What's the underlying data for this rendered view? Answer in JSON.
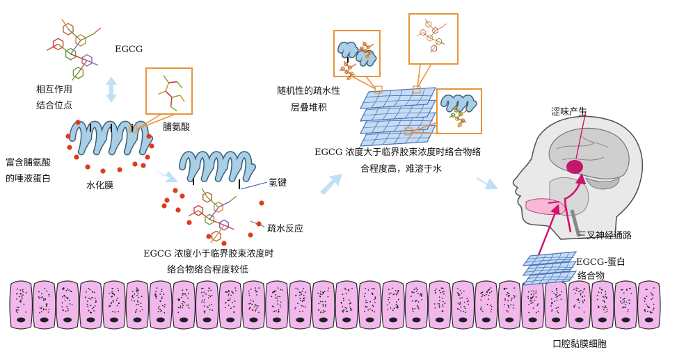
{
  "labels": {
    "egcg": "EGCG",
    "interaction_site_1": "相互作用",
    "interaction_site_2": "结合位点",
    "proline": "脯氨酸",
    "prp_1": "富含脯氨酸",
    "prp_2": "的唾液蛋白",
    "hydration": "水化膜",
    "hbond": "氢键",
    "hydrophobic": "疏水反应",
    "low_1": "EGCG 浓度小于临界胶束浓度时",
    "low_2": "络合物络合程度较低",
    "random_1": "随机性的疏水性",
    "random_2": "层叠堆积",
    "high_1": "EGCG 浓度大于临界胶束浓度时络合物络",
    "high_2": "合程度高，难溶于水",
    "astringency": "涩味产生",
    "trigeminal": "三叉神经通路",
    "complex_1": "EGCG-蛋白",
    "complex_2": "络合物",
    "mucosa": "口腔黏膜细胞"
  },
  "colors": {
    "helix": "#a9cfe6",
    "helix_stroke": "#3a5f78",
    "water_dot": "#e03a1e",
    "callout": "#e8943c",
    "sheet": "#c6dcf4",
    "sheet_stroke": "#4a74b8",
    "cell_fill": "#f2b8ec",
    "cell_stroke": "#2a2a2a",
    "nerve": "#d0106e",
    "arrow": "#bfe0f5"
  }
}
